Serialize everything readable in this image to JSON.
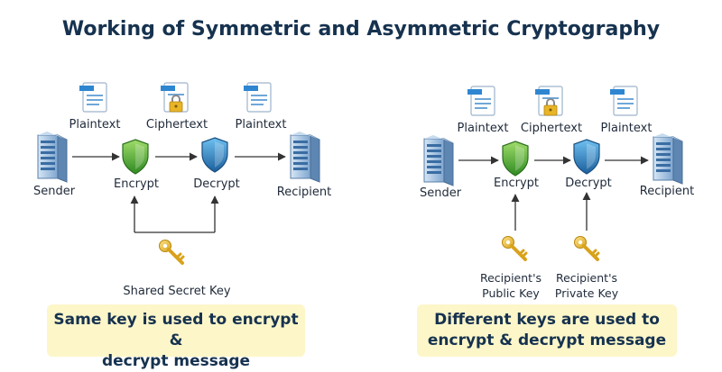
{
  "title": "Working of Symmetric and Asymmetric Cryptography",
  "symmetric": {
    "plaintext_in": "Plaintext",
    "ciphertext": "Ciphertext",
    "plaintext_out": "Plaintext",
    "sender": "Sender",
    "encrypt": "Encrypt",
    "decrypt": "Decrypt",
    "recipient": "Recipient",
    "key_label": "Shared Secret Key",
    "note_line1": "Same key is used to encrypt &",
    "note_line2": "decrypt message"
  },
  "asymmetric": {
    "plaintext_in": "Plaintext",
    "ciphertext": "Ciphertext",
    "plaintext_out": "Plaintext",
    "sender": "Sender",
    "encrypt": "Encrypt",
    "decrypt": "Decrypt",
    "recipient": "Recipient",
    "public_key_line1": "Recipient's",
    "public_key_line2": "Public Key",
    "private_key_line1": "Recipient's",
    "private_key_line2": "Private Key",
    "note_line1": "Different keys are used to",
    "note_line2": "encrypt & decrypt message"
  },
  "icons": {
    "document": "document-icon",
    "locked_document": "locked-document-icon",
    "server": "server-icon",
    "encrypt_shield": "green-shield-icon",
    "decrypt_shield": "blue-shield-icon",
    "key": "key-icon"
  },
  "colors": {
    "title": "#16324f",
    "arrow": "#333333",
    "encrypt_green": "#3f9b2d",
    "decrypt_blue": "#2a78b8",
    "key_gold": "#f2c13a",
    "note_background": "#fdf6c9"
  }
}
